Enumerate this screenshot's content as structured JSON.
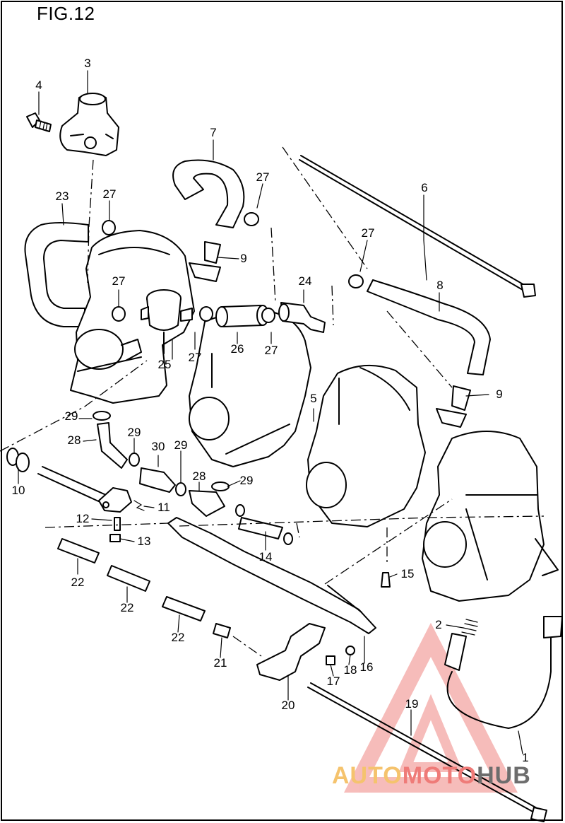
{
  "figure": {
    "title": "FIG.12"
  },
  "callouts": {
    "c1": "1",
    "c2": "2",
    "c3": "3",
    "c4": "4",
    "c5": "5",
    "c6": "6",
    "c7": "7",
    "c8": "8",
    "c9a": "9",
    "c9b": "9",
    "c10": "10",
    "c11": "11",
    "c12": "12",
    "c13": "13",
    "c14": "14",
    "c15": "15",
    "c16": "16",
    "c17": "17",
    "c18": "18",
    "c19": "19",
    "c20": "20",
    "c21": "21",
    "c22a": "22",
    "c22b": "22",
    "c22c": "22",
    "c23": "23",
    "c24": "24",
    "c25": "25",
    "c26": "26",
    "c27a": "27",
    "c27b": "27",
    "c27c": "27",
    "c27d": "27",
    "c27e": "27",
    "c27f": "27",
    "c28a": "28",
    "c28b": "28",
    "c29a": "29",
    "c29b": "29",
    "c29c": "29",
    "c29d": "29",
    "c30": "30"
  },
  "watermark": {
    "part1": "AUTO",
    "part2": "MOTO",
    "part3": "HUB",
    "colors": {
      "auto": "#f5c36d",
      "moto": "#ef7b78",
      "hub": "#6d6d6d",
      "triangle": "#ef7b78"
    }
  }
}
